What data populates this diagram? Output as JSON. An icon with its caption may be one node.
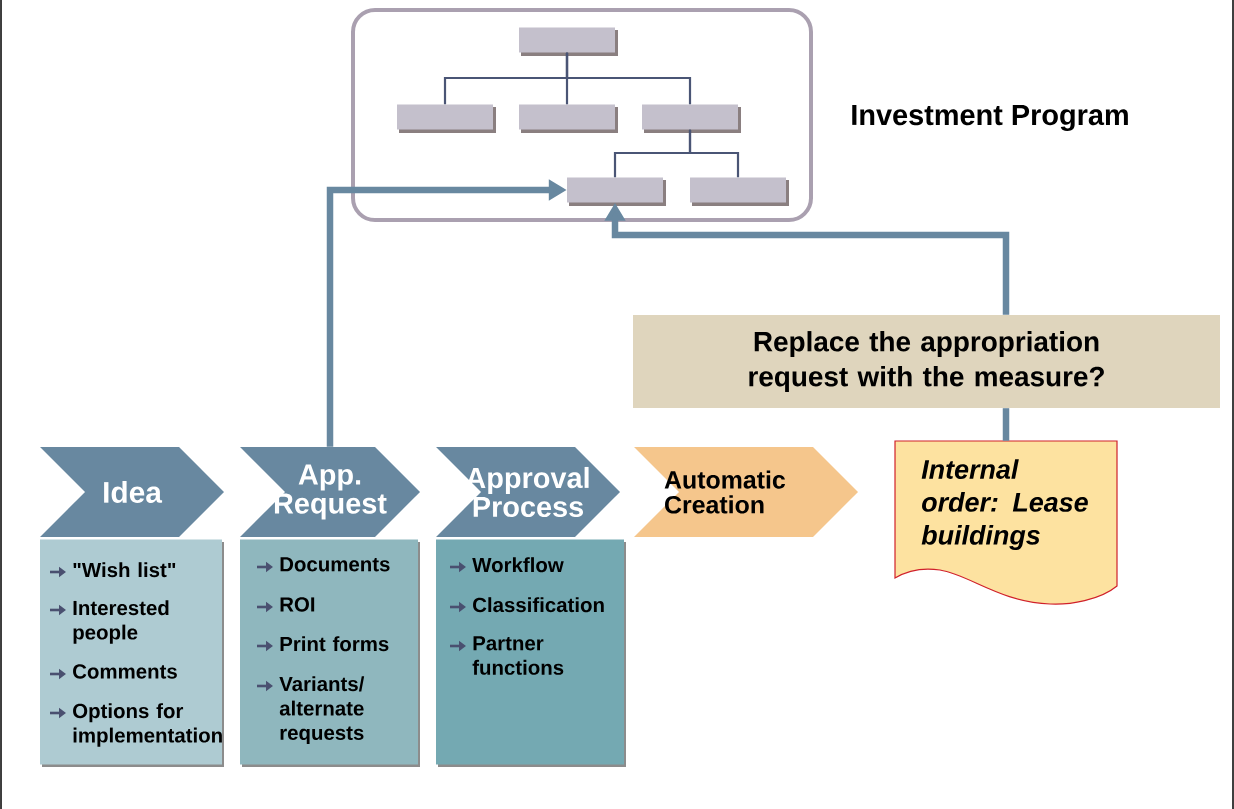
{
  "diagram": {
    "nodes": [
      {
        "text": [
          "Investment Program"
        ]
      },
      {
        "text": [],
        "shape": "box",
        "in": 0
      },
      {
        "text": [],
        "shape": "box",
        "in": 0
      },
      {
        "text": [],
        "shape": "box",
        "in": 0
      },
      {
        "text": [],
        "shape": "box",
        "in": 0
      },
      {
        "text": [],
        "shape": "box",
        "in": 0
      },
      {
        "text": [],
        "shape": "box",
        "in": 0
      },
      {
        "text": [
          "Idea"
        ]
      },
      {
        "text": [
          "\"Wish list\"",
          "Interested people",
          "Comments",
          "Options  for implementation"
        ]
      },
      {
        "text": [
          "App. Request"
        ]
      },
      {
        "text": [
          "Documents",
          "ROI",
          "Print forms",
          "Variants/ alternate requests"
        ]
      },
      {
        "text": [
          "Approval Process"
        ]
      },
      {
        "text": [
          "Workflow",
          "Classification",
          "Partner functions"
        ]
      },
      {
        "text": [
          "Automatic Creation"
        ]
      },
      {
        "text": [
          "Replace the appropriation request with the measure?"
        ]
      },
      {
        "text": [
          "*Internal order: Lease buildings*"
        ]
      }
    ],
    "edges": [
      {
        "from": 1,
        "to": 2,
        "arrow": "none"
      },
      {
        "from": 1,
        "to": 3,
        "arrow": "none"
      },
      {
        "from": 1,
        "to": 4,
        "arrow": "none"
      },
      {
        "from": 4,
        "to": 5,
        "arrow": "none"
      },
      {
        "from": 4,
        "to": 6,
        "arrow": "none"
      },
      {
        "from": 9,
        "to": 5,
        "arrow": "to",
        "style": "thick",
        "color": "#6888a0"
      },
      {
        "from": 15,
        "to": 14,
        "arrow": "none",
        "style": "thick",
        "color": "#6888a0"
      },
      {
        "from": 14,
        "to": 5,
        "arrow": "to",
        "style": "thick",
        "color": "#6888a0"
      }
    ]
  }
}
